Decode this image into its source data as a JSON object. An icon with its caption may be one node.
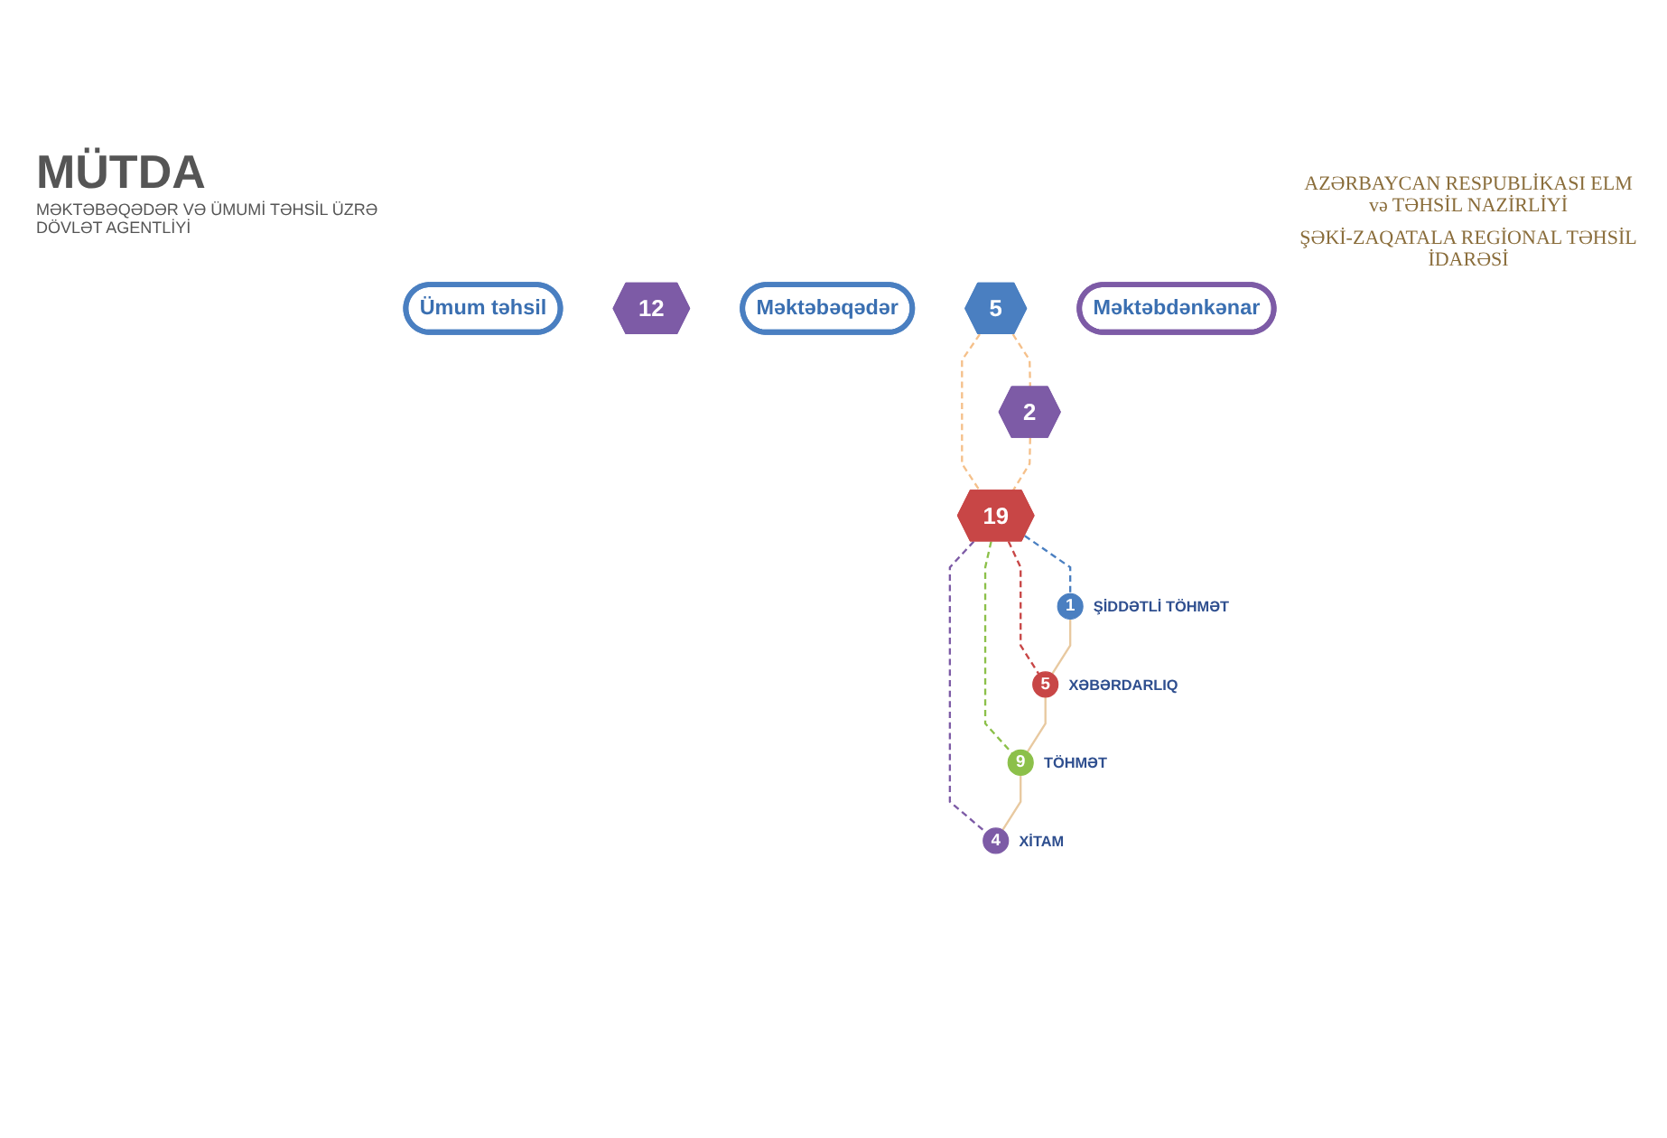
{
  "diagram": {
    "nodes": [
      {
        "text": [
          "Ümum təhsil"
        ]
      },
      {
        "text": [
          "12"
        ]
      },
      {
        "text": [
          "Məktəbəqədər"
        ]
      },
      {
        "text": [
          "5"
        ]
      },
      {
        "text": [
          "Məktəbdənkənar"
        ]
      },
      {
        "text": [
          "2"
        ]
      },
      {
        "text": [
          "19"
        ]
      },
      {
        "text": [
          "1"
        ],
        "beside": [
          "ŞİDDƏTLİ TÖHMƏT"
        ]
      },
      {
        "text": [
          "5"
        ],
        "beside": [
          "XƏBƏRDARLIQ"
        ]
      },
      {
        "text": [
          "9"
        ],
        "beside": [
          "TÖHMƏT"
        ]
      },
      {
        "text": [
          "4"
        ],
        "beside": [
          "XİTAM"
        ]
      }
    ],
    "edges": [
      {
        "from": 3,
        "to": 5,
        "arrow": "none",
        "style": "dashed",
        "color": "#f5c08a"
      },
      {
        "from": 3,
        "to": 6,
        "arrow": "none",
        "style": "dashed",
        "color": "#f5c08a"
      },
      {
        "from": 5,
        "to": 6,
        "arrow": "none",
        "style": "dashed",
        "color": "#f5c08a"
      },
      {
        "from": 6,
        "to": 7,
        "arrow": "none",
        "style": "dashed",
        "color": "#4a7fc1"
      },
      {
        "from": 6,
        "to": 8,
        "arrow": "none",
        "style": "dashed",
        "color": "#c84646"
      },
      {
        "from": 6,
        "to": 9,
        "arrow": "none",
        "style": "dashed",
        "color": "#8cc04a"
      },
      {
        "from": 6,
        "to": 10,
        "arrow": "none",
        "style": "dashed",
        "color": "#7d5ba6"
      },
      {
        "from": 7,
        "to": 8,
        "arrow": "none",
        "color": "#e8c9a0"
      },
      {
        "from": 8,
        "to": 9,
        "arrow": "none",
        "color": "#e8c9a0"
      },
      {
        "from": 9,
        "to": 10,
        "arrow": "none",
        "color": "#e8c9a0"
      }
    ],
    "labels": [
      "MÜTDA",
      "MƏKTƏBƏQƏDƏR VƏ ÜMUMİ TƏHSİL ÜZRƏ DÖVLƏT AGENTLİYİ",
      "AZƏRBAYCAN RESPUBLİKASI ELM və TƏHSİL NAZİRLİYİ",
      "ŞƏKİ-ZAQATALA REGİONAL TƏHSİL İDARƏSİ"
    ]
  }
}
